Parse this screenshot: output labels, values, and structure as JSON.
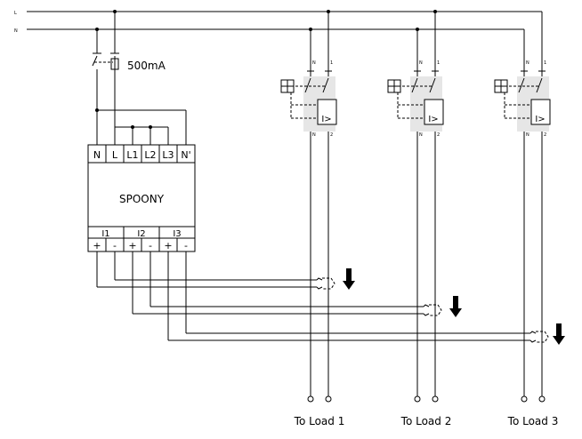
{
  "buses": {
    "line": "L",
    "neutral": "N"
  },
  "supply_fuse": {
    "rating": "500mA"
  },
  "meter": {
    "name": "SPOONY",
    "top_terminals": [
      "N",
      "L",
      "L1",
      "L2",
      "L3",
      "N'"
    ],
    "ct_groups": [
      "I1",
      "I2",
      "I3"
    ],
    "ct_terminals": [
      "+",
      "-",
      "+",
      "-",
      "+",
      "-"
    ]
  },
  "breakers": [
    {
      "mark": "I>",
      "in_n": "N",
      "in_l": "1",
      "out_n": "N",
      "out_l": "2"
    },
    {
      "mark": "I>",
      "in_n": "N",
      "in_l": "1",
      "out_n": "N",
      "out_l": "2"
    },
    {
      "mark": "I>",
      "in_n": "N",
      "in_l": "1",
      "out_n": "N",
      "out_l": "2"
    }
  ],
  "loads": [
    "To Load 1",
    "To Load 2",
    "To Load 3"
  ]
}
